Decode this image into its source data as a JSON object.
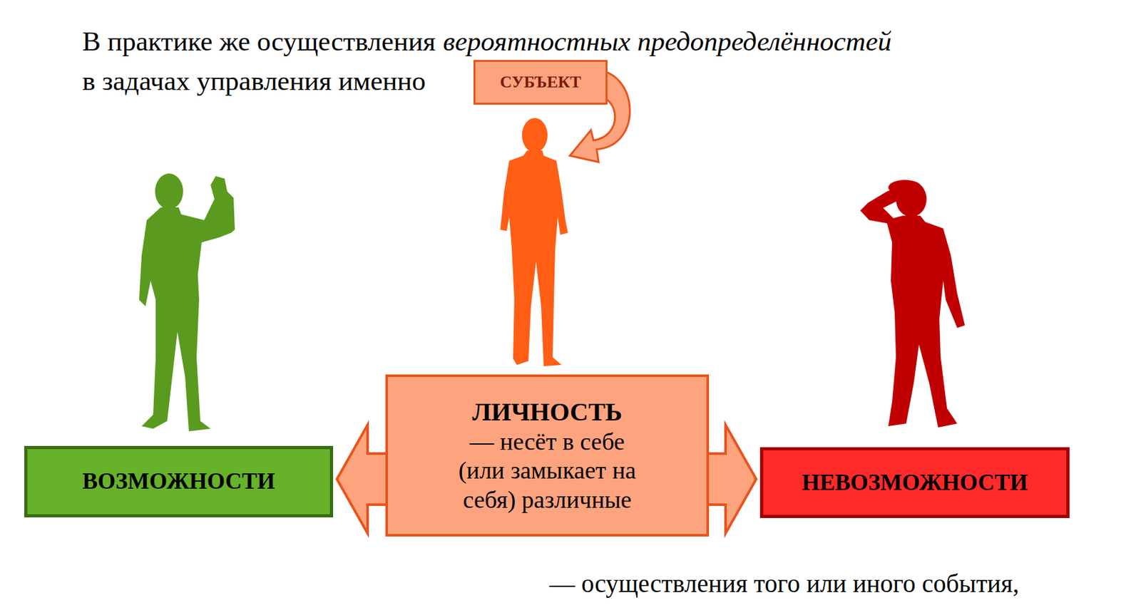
{
  "diagram": {
    "nodes": [
      {
        "text": [
          "СУБЪЕКТ"
        ]
      },
      {
        "text": [
          "ЛИЧНОСТЬ",
          "— несёт в себе (или замыкает на себя) различные"
        ]
      },
      {
        "text": [
          "ВОЗМОЖНОСТИ"
        ]
      },
      {
        "text": [
          "НЕВОЗМОЖНОСТИ"
        ]
      }
    ],
    "edges": [
      {
        "from": 1,
        "to": 2,
        "arrow": "to"
      },
      {
        "from": 1,
        "to": 3,
        "arrow": "to"
      }
    ],
    "labels": [
      "В практике же осуществления",
      "вероятностных предопределённостей",
      "в задачах управления именно",
      "— осуществления того или иного события,"
    ]
  }
}
